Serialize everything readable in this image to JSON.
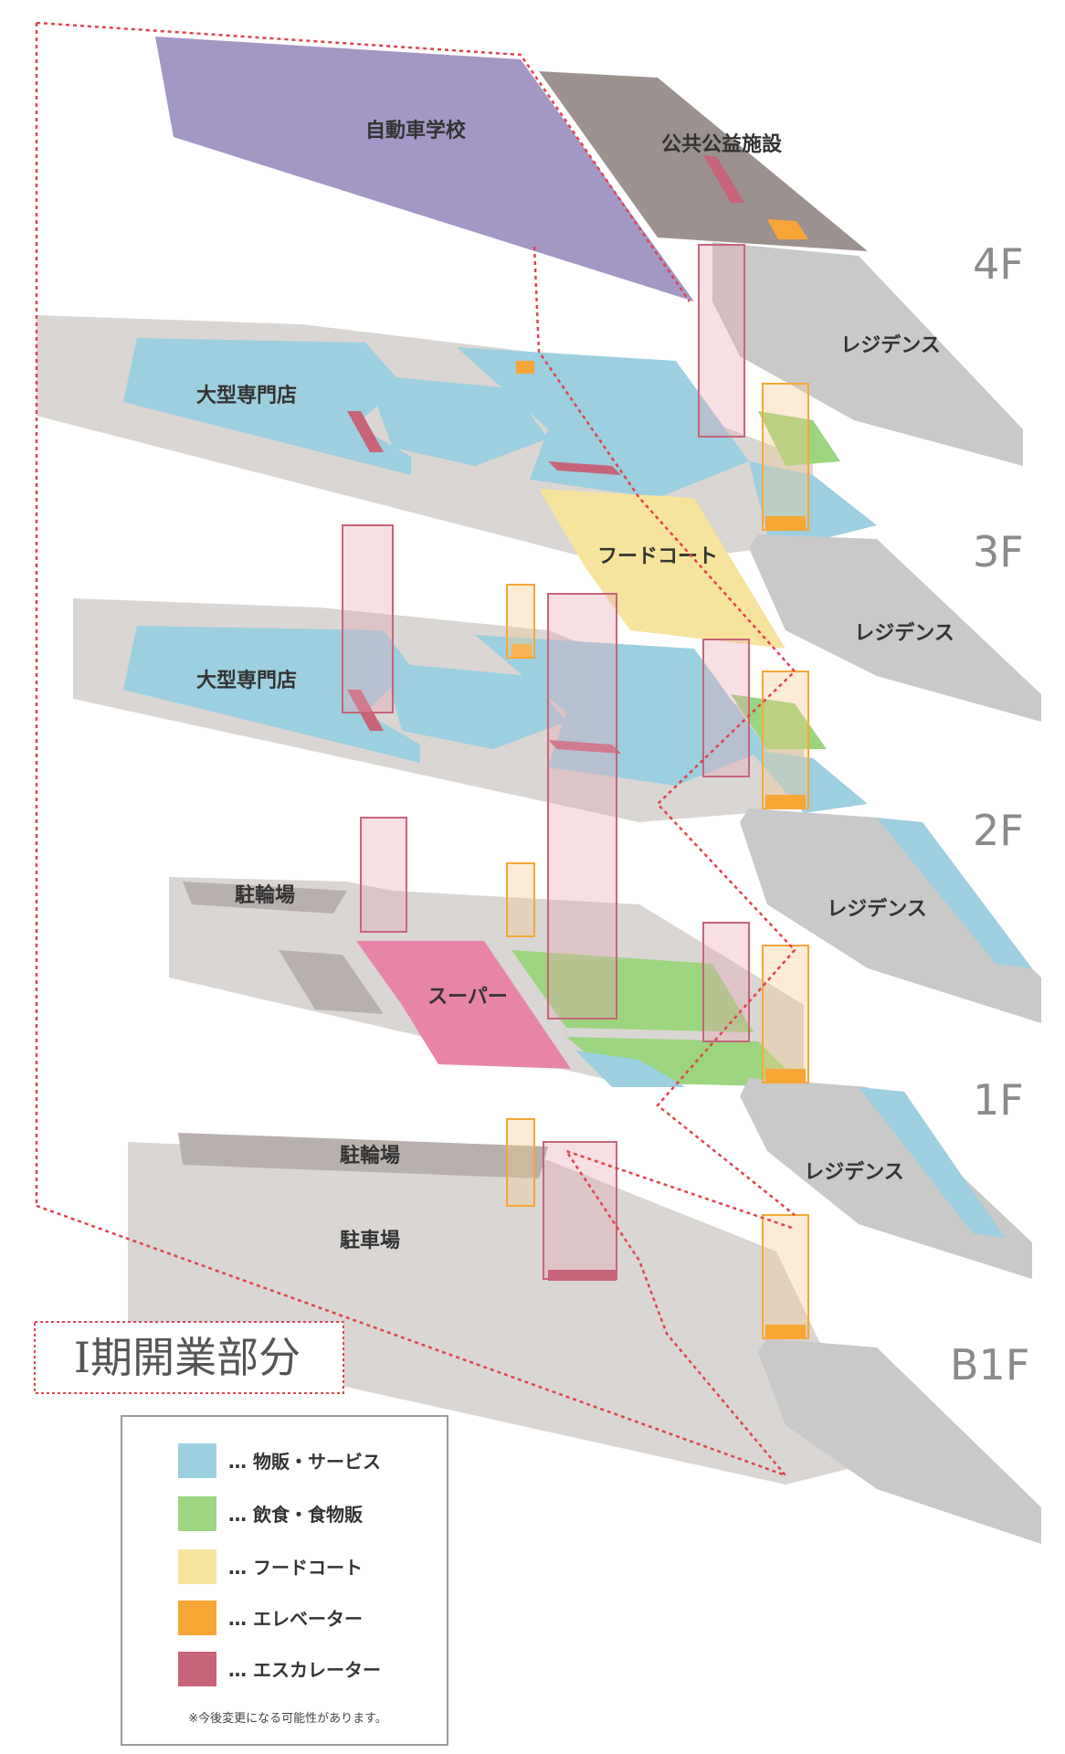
{
  "floors": [
    "4F",
    "3F",
    "2F",
    "1F",
    "B1F"
  ],
  "labels": {
    "driving_school": "自動車学校",
    "public_facility": "公共公益施設",
    "residence": "レジデンス",
    "large_store": "大型専門店",
    "food_court": "フードコート",
    "bicycle_parking": "駐輪場",
    "supermarket": "スーパー",
    "parking": "駐車場"
  },
  "phase_label": "Ⅰ期開業部分",
  "legend": {
    "items": [
      {
        "label": "… 物販・サービス",
        "color": "#9ccfe0"
      },
      {
        "label": "… 飲食・食物販",
        "color": "#9bd57f"
      },
      {
        "label": "… フードコート",
        "color": "#f6e39e"
      },
      {
        "label": "… エレベーター",
        "color": "#f7a636"
      },
      {
        "label": "… エスカレーター",
        "color": "#c7647a"
      }
    ],
    "note": "※今後変更になる可能性があります。"
  },
  "colors": {
    "slab": "#d9d6d3",
    "residence": "#c9c9c9",
    "retail": "#9ccfe0",
    "food": "#9bd57f",
    "foodcourt": "#f6e39e",
    "elevator": "#f7a636",
    "escalator": "#c7647a",
    "school": "#a397c6",
    "public": "#9b918f",
    "supermarket": "#e784a8",
    "dash": "#e0434d"
  }
}
